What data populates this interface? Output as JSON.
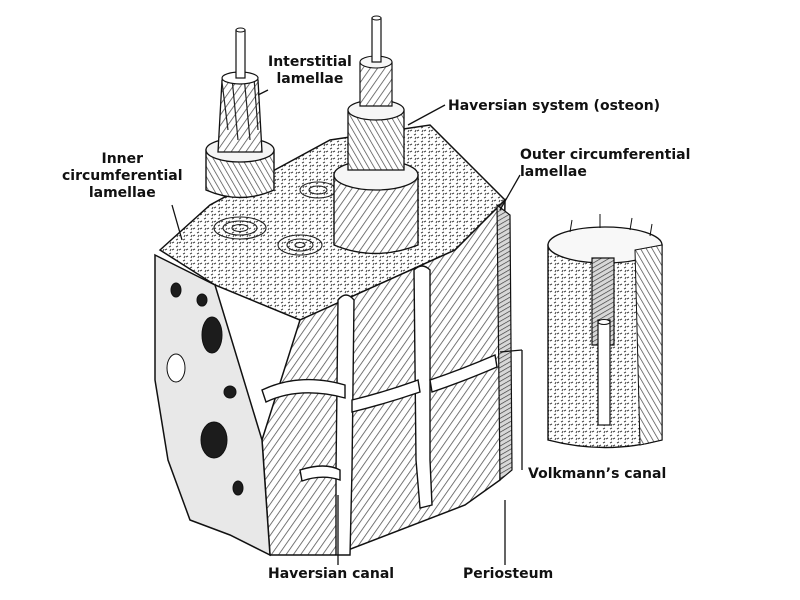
{
  "labels": {
    "interstitial": [
      "Interstitial",
      "lamellae"
    ],
    "haversian_system": "Haversian system (osteon)",
    "inner_circumferential": [
      "Inner",
      "circumferential",
      "lamellae"
    ],
    "outer_circumferential": [
      "Outer circumferential",
      "lamellae"
    ],
    "volkmanns_canal": "Volkmann’s canal",
    "haversian_canal": "Haversian canal",
    "periosteum": "Periosteum"
  },
  "colors": {
    "ink": "#111111",
    "paper": "#ffffff",
    "shade": "#6a6a6a",
    "dark": "#1c1c1c"
  }
}
